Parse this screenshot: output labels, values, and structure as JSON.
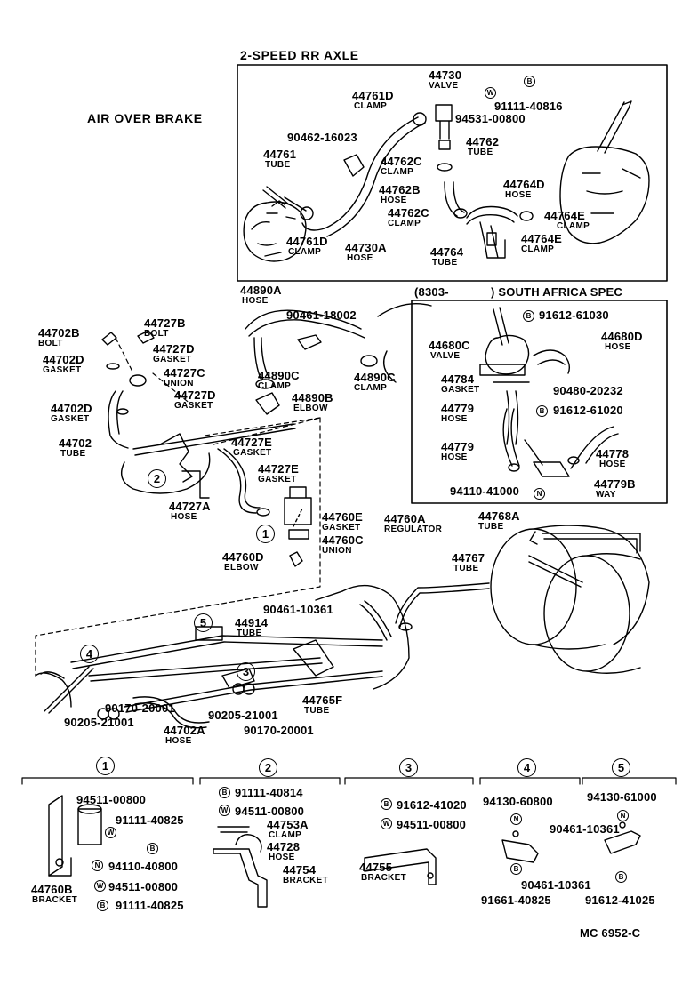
{
  "titles": {
    "air_over_brake": "AIR OVER BRAKE",
    "two_speed": "2-SPEED RR AXLE",
    "date_code": "(8303-",
    "south_africa": ") SOUTH AFRICA SPEC",
    "drawing_code": "MC  6952-C"
  },
  "markers": {
    "b": "B",
    "w": "W",
    "n": "N"
  },
  "callouts": [
    "1",
    "2",
    "3",
    "4",
    "5"
  ],
  "parts": {
    "p44761D": "44761D",
    "clamp_44761D": "CLAMP",
    "p44730": "44730",
    "valve_44730": "VALVE",
    "p91111_40816": "91111-40816",
    "p94531_00800": "94531-00800",
    "p90462_16023": "90462-16023",
    "p44761": "44761",
    "tube_44761": "TUBE",
    "p44762": "44762",
    "tube_44762": "TUBE",
    "p44762C_a": "44762C",
    "clamp_44762C_a": "CLAMP",
    "p44762B": "44762B",
    "hose_44762B": "HOSE",
    "p44764D": "44764D",
    "hose_44764D": "HOSE",
    "p44762C_b": "44762C",
    "clamp_44762C_b": "CLAMP",
    "p44764E_a": "44764E",
    "clamp_44764E_a": "CLAMP",
    "p44764E_b": "44764E",
    "clamp_44764E_b": "CLAMP",
    "p44761D_b": "44761D",
    "clamp_44761D_b": "CLAMP",
    "p44730A": "44730A",
    "hose_44730A": "HOSE",
    "p44764": "44764",
    "tube_44764": "TUBE",
    "p44890A": "44890A",
    "hose_44890A": "HOSE",
    "p90461_18002": "90461-18002",
    "p44702B": "44702B",
    "bolt_44702B": "BOLT",
    "p44727B": "44727B",
    "bolt_44727B": "BOLT",
    "p44727D_a": "44727D",
    "gasket_44727D_a": "GASKET",
    "p44702D_a": "44702D",
    "gasket_44702D_a": "GASKET",
    "p44727C": "44727C",
    "union_44727C": "UNION",
    "p44727D_b": "44727D",
    "gasket_44727D_b": "GASKET",
    "p44702D_b": "44702D",
    "gasket_44702D_b": "GASKET",
    "p44890C_a": "44890C",
    "clamp_44890C_a": "CLAMP",
    "p44890C_b": "44890C",
    "clamp_44890C_b": "CLAMP",
    "p44890B": "44890B",
    "elbow_44890B": "ELBOW",
    "p44702": "44702",
    "tube_44702": "TUBE",
    "p44727E_a": "44727E",
    "gasket_44727E_a": "GASKET",
    "p44727E_b": "44727E",
    "gasket_44727E_b": "GASKET",
    "p44727A": "44727A",
    "hose_44727A": "HOSE",
    "p44760E": "44760E",
    "gasket_44760E": "GASKET",
    "p44760A": "44760A",
    "regulator_44760A": "REGULATOR",
    "p44760C": "44760C",
    "union_44760C": "UNION",
    "p44760D": "44760D",
    "elbow_44760D": "ELBOW",
    "p91612_61030": "91612-61030",
    "p44680C": "44680C",
    "valve_44680C": "VALVE",
    "p44680D": "44680D",
    "hose_44680D": "HOSE",
    "p44784": "44784",
    "gasket_44784": "GASKET",
    "p90480_20232": "90480-20232",
    "p44779_a": "44779",
    "hose_44779_a": "HOSE",
    "p91612_61020": "91612-61020",
    "p44779_b": "44779",
    "hose_44779_b": "HOSE",
    "p44778": "44778",
    "hose_44778": "HOSE",
    "p94110_41000": "94110-41000",
    "p44779B": "44779B",
    "way_44779B": "WAY",
    "p44768A": "44768A",
    "tube_44768A": "TUBE",
    "p44767": "44767",
    "tube_44767": "TUBE",
    "p90461_10361_a": "90461-10361",
    "p44914": "44914",
    "tube_44914": "TUBE",
    "p90170_20001_a": "90170-20001",
    "p90205_21001_a": "90205-21001",
    "p44702A": "44702A",
    "hose_44702A": "HOSE",
    "p90205_21001_b": "90205-21001",
    "p90170_20001_b": "90170-20001",
    "p44765F": "44765F",
    "tube_44765F": "TUBE",
    "g1_94511_00800": "94511-00800",
    "g1_91111_40825_a": "91111-40825",
    "g1_94110_40800": "94110-40800",
    "g1_94511_00800_b": "94511-00800",
    "g1_91111_40825_b": "91111-40825",
    "p44760B": "44760B",
    "bracket_44760B": "BRACKET",
    "g2_91111_40814": "91111-40814",
    "g2_94511_00800": "94511-00800",
    "p44753A": "44753A",
    "clamp_44753A": "CLAMP",
    "p44728": "44728",
    "hose_44728": "HOSE",
    "p44754": "44754",
    "bracket_44754": "BRACKET",
    "g3_91612_41020": "91612-41020",
    "g3_94511_00800": "94511-00800",
    "p44755": "44755",
    "bracket_44755": "BRACKET",
    "g4_94130_60800": "94130-60800",
    "g4_90461_10361": "90461-10361",
    "g4_91661_40825": "91661-40825",
    "g5_94130_61000": "94130-61000",
    "g5_90461_10361": "90461-10361",
    "g5_91612_41025": "91612-41025"
  }
}
